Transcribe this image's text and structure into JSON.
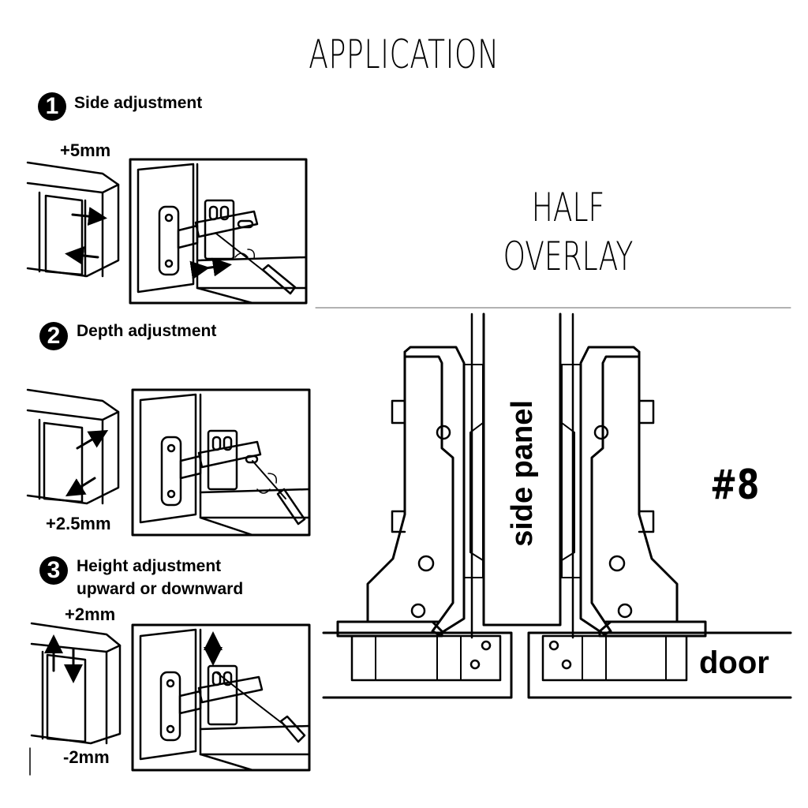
{
  "title": "APPLICATION",
  "subtitle_line1": "HALF",
  "subtitle_line2": "OVERLAY",
  "model": "#8",
  "steps": [
    {
      "number": "1",
      "label": "Side adjustment",
      "measure": "+5mm"
    },
    {
      "number": "2",
      "label": "Depth adjustment",
      "measure": "+2.5mm"
    },
    {
      "number": "3",
      "label_line1": "Height adjustment",
      "label_line2": "upward or downward",
      "measure_top": "+2mm",
      "measure_bottom": "-2mm"
    }
  ],
  "diagram": {
    "side_panel_label": "side panel",
    "door_label": "door"
  }
}
